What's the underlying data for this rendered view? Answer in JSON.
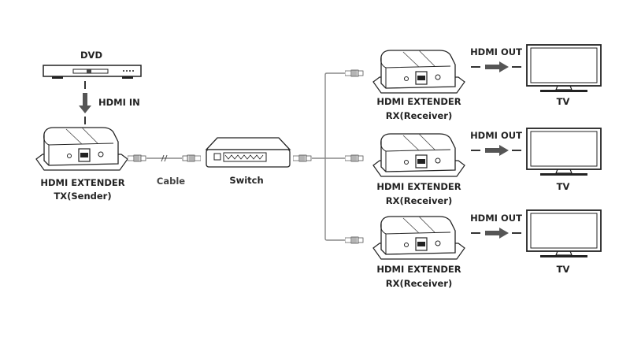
{
  "source": {
    "label": "DVD",
    "signal_label": "HDMI IN"
  },
  "sender": {
    "line1": "HDMI EXTENDER",
    "line2": "TX(Sender)"
  },
  "cable": {
    "label": "Cable"
  },
  "switch": {
    "label": "Switch"
  },
  "receivers": [
    {
      "line1": "HDMI EXTENDER",
      "line2": "RX(Receiver)",
      "output_label": "HDMI OUT",
      "display_label": "TV"
    },
    {
      "line1": "HDMI EXTENDER",
      "line2": "RX(Receiver)",
      "output_label": "HDMI OUT",
      "display_label": "TV"
    },
    {
      "line1": "HDMI EXTENDER",
      "line2": "RX(Receiver)",
      "output_label": "HDMI OUT",
      "display_label": "TV"
    }
  ],
  "colors": {
    "line": "#222222",
    "arrow": "#555555",
    "cable": "#888888"
  }
}
